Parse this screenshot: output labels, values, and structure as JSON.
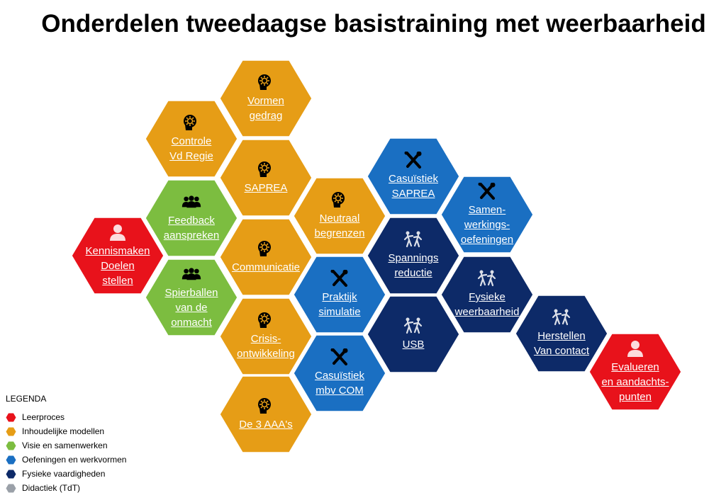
{
  "title": "Onderdelen tweedaagse basistraining met weerbaarheid",
  "colors": {
    "leerproces": "#e8121b",
    "inhoudelijke_modellen": "#e69d16",
    "visie_en_samenwerken": "#7cbd40",
    "oefeningen_en_werkvormen": "#1a6fc2",
    "fysieke_vaardigheden": "#0d2a68",
    "didactiek": "#9aa0a8",
    "stroke": "#ffffff"
  },
  "hexes": [
    {
      "label": "Kennismaken\nDoelen\nstellen",
      "icon": "person-icon",
      "category": "leerproces"
    },
    {
      "label": "Controle\nVd Regie",
      "icon": "brain-icon",
      "category": "inhoudelijke_modellen"
    },
    {
      "label": "Feedback\naanspreken",
      "icon": "group-icon",
      "category": "visie_en_samenwerken"
    },
    {
      "label": "Spierballen\nvan de\nonmacht",
      "icon": "group-icon",
      "category": "visie_en_samenwerken"
    },
    {
      "label": "Vormen\ngedrag",
      "icon": "brain-icon",
      "category": "inhoudelijke_modellen"
    },
    {
      "label": "SAPREA",
      "icon": "brain-icon",
      "category": "inhoudelijke_modellen"
    },
    {
      "label": "Communicatie",
      "icon": "brain-icon",
      "category": "inhoudelijke_modellen"
    },
    {
      "label": "Crisis-\nontwikkeling",
      "icon": "brain-icon",
      "category": "inhoudelijke_modellen"
    },
    {
      "label": "De 3 AAA's",
      "icon": "brain-icon",
      "category": "inhoudelijke_modellen"
    },
    {
      "label": "Neutraal\nbegrenzen",
      "icon": "brain-icon",
      "category": "inhoudelijke_modellen"
    },
    {
      "label": "Praktijk\nsimulatie",
      "icon": "tools-icon",
      "category": "oefeningen_en_werkvormen"
    },
    {
      "label": "Casuïstiek\nmbv COM",
      "icon": "tools-icon",
      "category": "oefeningen_en_werkvormen"
    },
    {
      "label": "Casuïstiek\nSAPREA",
      "icon": "tools-icon",
      "category": "oefeningen_en_werkvormen"
    },
    {
      "label": "Spannings\nreductie",
      "icon": "fighters-icon",
      "category": "fysieke_vaardigheden"
    },
    {
      "label": "USB",
      "icon": "fighters-icon",
      "category": "fysieke_vaardigheden"
    },
    {
      "label": "Samen-\nwerkings-\noefeningen",
      "icon": "tools-icon",
      "category": "oefeningen_en_werkvormen"
    },
    {
      "label": "Fysieke\nweerbaarheid",
      "icon": "fighters-icon",
      "category": "fysieke_vaardigheden"
    },
    {
      "label": "Herstellen\nVan contact",
      "icon": "fighters-icon",
      "category": "fysieke_vaardigheden"
    },
    {
      "label": "Evalueren\nen aandachts-\npunten",
      "icon": "person-icon",
      "category": "leerproces"
    }
  ],
  "legend": {
    "heading": "LEGENDA",
    "items": [
      {
        "label": "Leerproces",
        "category": "leerproces"
      },
      {
        "label": "Inhoudelijke modellen",
        "category": "inhoudelijke_modellen"
      },
      {
        "label": "Visie en samenwerken",
        "category": "visie_en_samenwerken"
      },
      {
        "label": "Oefeningen en werkvormen",
        "category": "oefeningen_en_werkvormen"
      },
      {
        "label": "Fysieke vaardigheden",
        "category": "fysieke_vaardigheden"
      },
      {
        "label": "Didactiek (TdT)",
        "category": "didactiek"
      }
    ]
  }
}
